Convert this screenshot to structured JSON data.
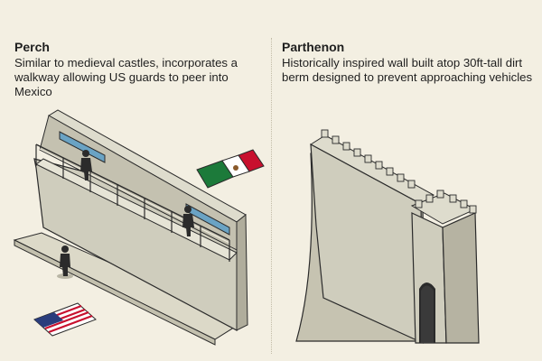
{
  "panels": [
    {
      "title": "Perch",
      "description": "Similar to medieval castles, incorporates a walkway allowing US guards to peer into Mexico"
    },
    {
      "title": "Parthenon",
      "description": "Historically inspired wall built atop 30ft-tall dirt berm designed to prevent approaching vehicles"
    }
  ],
  "colors": {
    "background": "#f3efe2",
    "wall_face": "#cfcdbd",
    "wall_side": "#b6b3a2",
    "wall_top": "#dedccd",
    "berm": "#c6c3b1",
    "window_blue": "#6aa3c4",
    "outline": "#2b2b2b"
  }
}
